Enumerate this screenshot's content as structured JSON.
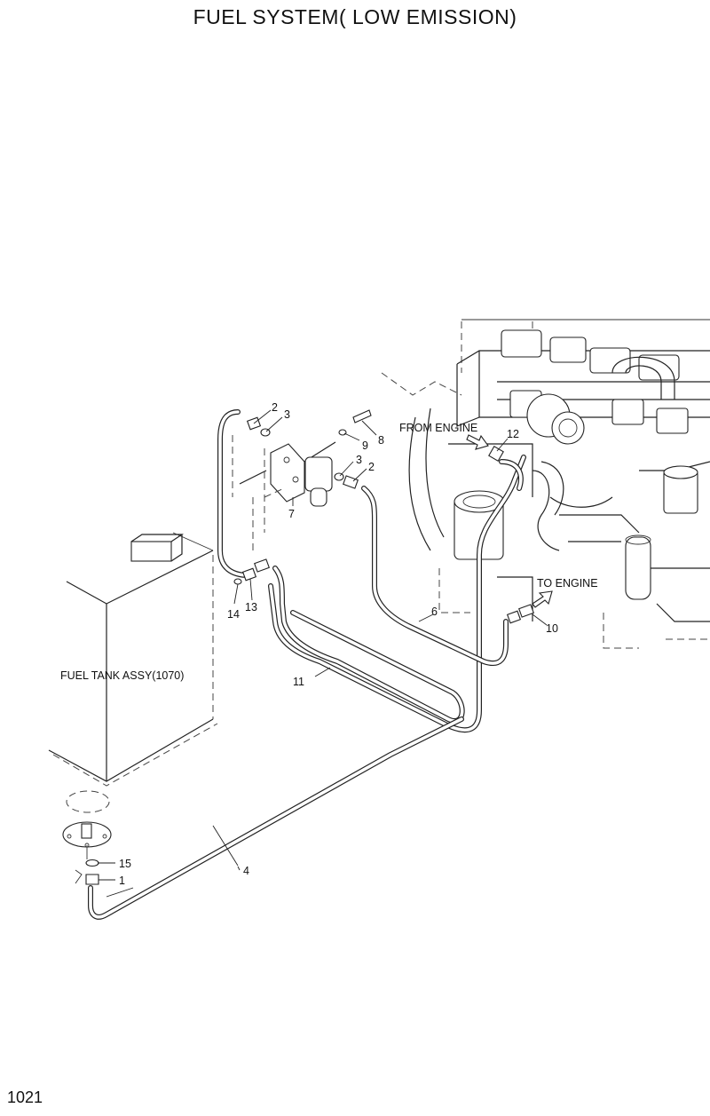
{
  "title": "FUEL SYSTEM( LOW EMISSION)",
  "page_number": "1021",
  "callouts": {
    "c1": "1",
    "c2a": "2",
    "c2b": "2",
    "c3a": "3",
    "c3b": "3",
    "c4": "4",
    "c6": "6",
    "c7": "7",
    "c8": "8",
    "c9": "9",
    "c10": "10",
    "c11": "11",
    "c12": "12",
    "c13": "13",
    "c14": "14",
    "c15": "15"
  },
  "labels": {
    "from_engine": "FROM ENGINE",
    "to_engine": "TO ENGINE",
    "fuel_tank": "FUEL TANK ASSY(1070)"
  }
}
